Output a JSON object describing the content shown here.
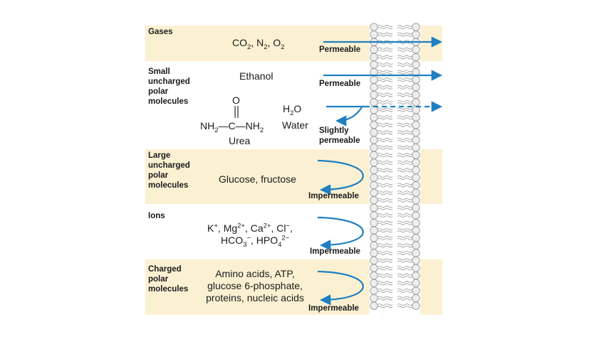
{
  "rows": {
    "gases": {
      "category": "Gases",
      "molecules": [
        {
          "base": "CO",
          "sub": "2",
          "sep": ", "
        },
        {
          "base": "N",
          "sub": "2",
          "sep": ", "
        },
        {
          "base": "O",
          "sub": "2",
          "sep": ""
        }
      ],
      "status": "Permeable"
    },
    "small_polar": {
      "category": "Small\nuncharged\npolar\nmolecules",
      "ethanol": "Ethanol",
      "status_ethanol": "Permeable",
      "urea": {
        "o": "O",
        "left_nh": "NH",
        "left_sub": "2",
        "dash1": "—",
        "c": "C",
        "dash2": "—",
        "right_nh": "NH",
        "right_sub": "2",
        "name": "Urea"
      },
      "water": {
        "formula_h": "H",
        "formula_sub": "2",
        "formula_o": "O",
        "name": "Water"
      },
      "status_water": "Slightly\npermeable"
    },
    "large_polar": {
      "category": "Large\nuncharged\npolar\nmolecules",
      "molecules": "Glucose, fructose",
      "status": "Impermeable"
    },
    "ions": {
      "category": "Ions",
      "line1": [
        {
          "base": "K",
          "sup": "+",
          "sep": ", "
        },
        {
          "base": "Mg",
          "sup": "2+",
          "sep": ", "
        },
        {
          "base": "Ca",
          "sup": "2+",
          "sep": ", "
        },
        {
          "base": "Cl",
          "sup": "−",
          "sep": ","
        }
      ],
      "line2": [
        {
          "base": "HCO",
          "sub": "3",
          "sup": "−",
          "sep": ", "
        },
        {
          "base": "HPO",
          "sub": "4",
          "sup": "2−",
          "sep": ""
        }
      ],
      "status": "Impermeable"
    },
    "charged_polar": {
      "category": "Charged\npolar\nmolecules",
      "molecules": "Amino acids, ATP,\nglucose 6-phosphate,\nproteins, nucleic acids",
      "status": "Impermeable"
    }
  },
  "colors": {
    "band": "#fbf1d2",
    "arrow": "#1f7fc1",
    "membrane_stroke": "#9a9a9a",
    "head_fill": "#eeeeee"
  }
}
